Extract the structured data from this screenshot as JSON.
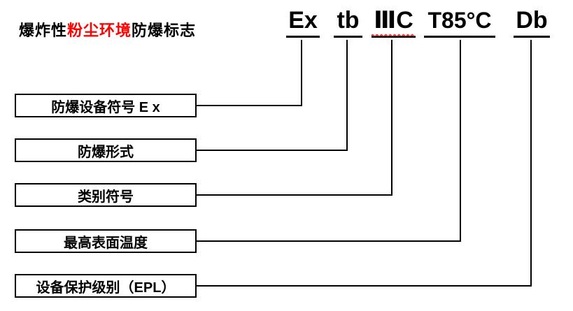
{
  "title": {
    "prefix": "爆炸性",
    "highlight": "粉尘环境",
    "suffix": "防爆标志"
  },
  "diagram": {
    "rows": [
      {
        "symbol": "Ex",
        "label": "防爆设备符号 E x"
      },
      {
        "symbol": "tb",
        "label": "防爆形式"
      },
      {
        "symbol": "ⅢC",
        "label": "类别符号"
      },
      {
        "symbol": "T85°C",
        "label": "最高表面温度"
      },
      {
        "symbol": "Db",
        "label": "设备保护级别（EPL）"
      }
    ]
  },
  "colors": {
    "text": "#000000",
    "line": "#000000",
    "title_highlight_red": "#ff0000",
    "squiggle_red": "#ff2222",
    "background": "#ffffff"
  }
}
